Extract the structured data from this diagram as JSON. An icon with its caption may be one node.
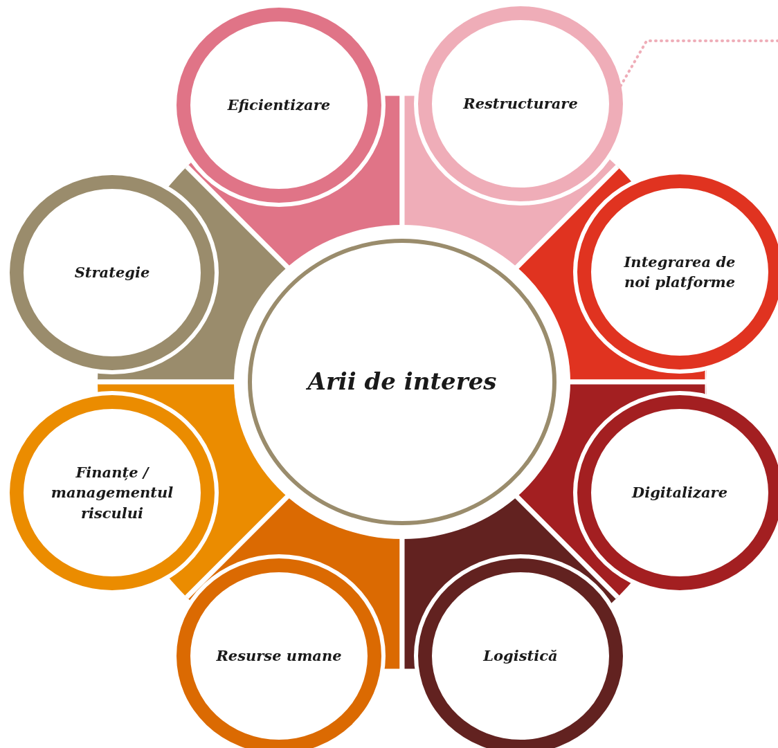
{
  "diagram": {
    "nodes": [
      {
        "text": [
          "Eficientizare"
        ]
      },
      {
        "text": [
          "Restructurare"
        ]
      },
      {
        "text": [
          "Strategie"
        ]
      },
      {
        "text": [
          "Integrarea de noi platforme"
        ]
      },
      {
        "text": [
          "Arii de interes"
        ]
      },
      {
        "text": [
          "Finanțe / managementul riscului"
        ]
      },
      {
        "text": [
          "Digitalizare"
        ]
      },
      {
        "text": [
          "Resurse umane"
        ]
      },
      {
        "text": [
          "Logistică"
        ]
      }
    ],
    "edges": [
      {
        "from": null,
        "to": 1,
        "arrow": "none",
        "style": "dashed"
      }
    ]
  }
}
